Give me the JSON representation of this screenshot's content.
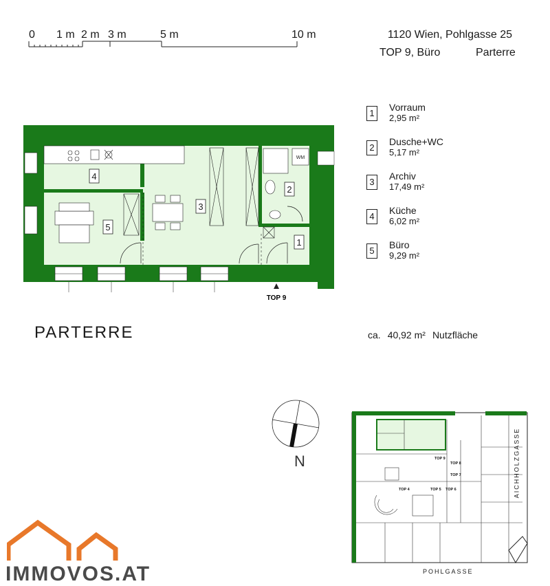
{
  "scale": {
    "labels": [
      "0",
      "1 m",
      "2 m",
      "3 m",
      "5 m",
      "10 m"
    ]
  },
  "address": {
    "line1": "1120  Wien, Pohlgasse 25",
    "unit": "TOP  9, Büro",
    "floor": "Parterre"
  },
  "rooms": [
    {
      "num": "1",
      "name": "Vorraum",
      "area": "2,95 m²"
    },
    {
      "num": "2",
      "name": "Dusche+WC",
      "area": "5,17 m²"
    },
    {
      "num": "3",
      "name": "Archiv",
      "area": "17,49 m²"
    },
    {
      "num": "4",
      "name": "Küche",
      "area": "6,02 m²"
    },
    {
      "num": "5",
      "name": "Büro",
      "area": "9,29 m²"
    }
  ],
  "plan": {
    "entrance_label": "TOP 9",
    "wm_label": "WM"
  },
  "floor_title": "PARTERRE",
  "total": {
    "prefix": "ca.",
    "area": "40,92 m²",
    "label": "Nutzfläche"
  },
  "compass": {
    "north": "N"
  },
  "site": {
    "street_bottom": "POHLGASSE",
    "street_right": "AICHHOLZGASSE",
    "tops": [
      "TOP 9",
      "TOP 8",
      "TOP 7",
      "TOP 4",
      "TOP 5",
      "TOP 6"
    ]
  },
  "logo": {
    "text": "IMMOVOS.AT",
    "color": "#e8782a"
  },
  "colors": {
    "wall": "#1a7a1a",
    "room_fill": "#e6f7e1"
  }
}
